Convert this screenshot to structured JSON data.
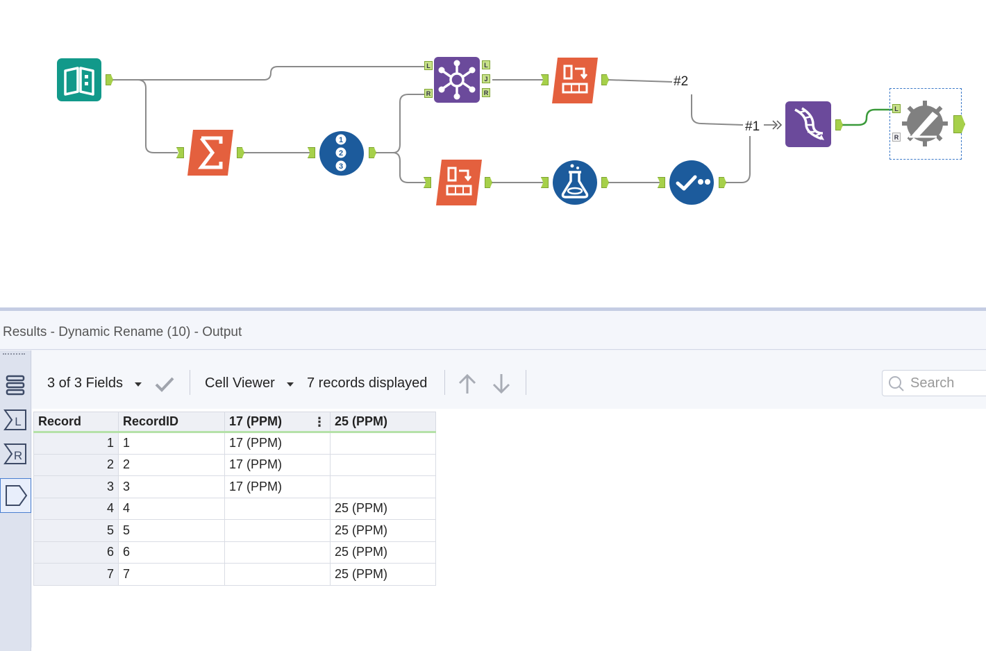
{
  "canvas": {
    "tools": [
      {
        "name": "input-data-tool",
        "icon": "book-icon"
      },
      {
        "name": "summarize-tool",
        "icon": "sigma-icon"
      },
      {
        "name": "record-id-tool",
        "icon": "numbered-list-icon"
      },
      {
        "name": "join-tool",
        "icon": "join-icon"
      },
      {
        "name": "crosstab-tool-top",
        "icon": "crosstab-icon"
      },
      {
        "name": "crosstab-tool-bottom",
        "icon": "crosstab-icon"
      },
      {
        "name": "formula-tool",
        "icon": "flask-icon"
      },
      {
        "name": "select-tool",
        "icon": "checkmark-icon"
      },
      {
        "name": "union-tool",
        "icon": "dna-icon"
      },
      {
        "name": "dynamic-rename-tool",
        "icon": "pencil-gear-icon"
      }
    ],
    "anchor_labels": {
      "L": "L",
      "J": "J",
      "R": "R"
    },
    "wire_labels": {
      "hash2": "#2",
      "hash1": "#1"
    }
  },
  "results": {
    "title": "Results - Dynamic Rename (10) - Output",
    "toolbar": {
      "fields": "3 of 3 Fields",
      "viewer": "Cell Viewer",
      "records": "7 records displayed",
      "search_placeholder": "Search"
    },
    "sidebar_labels": {
      "left": "L",
      "right": "R"
    },
    "table": {
      "headers": [
        "Record",
        "RecordID",
        "17 (PPM)",
        "25 (PPM)"
      ],
      "rows": [
        [
          "1",
          "1",
          "17 (PPM)",
          ""
        ],
        [
          "2",
          "2",
          "17 (PPM)",
          ""
        ],
        [
          "3",
          "3",
          "17 (PPM)",
          ""
        ],
        [
          "4",
          "4",
          "",
          "25 (PPM)"
        ],
        [
          "5",
          "5",
          "",
          "25 (PPM)"
        ],
        [
          "6",
          "6",
          "",
          "25 (PPM)"
        ],
        [
          "7",
          "7",
          "",
          "25 (PPM)"
        ]
      ]
    }
  },
  "colors": {
    "input_teal": "#12998a",
    "orange": "#e4603e",
    "purple": "#6b4a9b",
    "blue": "#1c5b9c",
    "anchor_green": "#a6d04a",
    "selected_wire": "#3a9a3a"
  }
}
